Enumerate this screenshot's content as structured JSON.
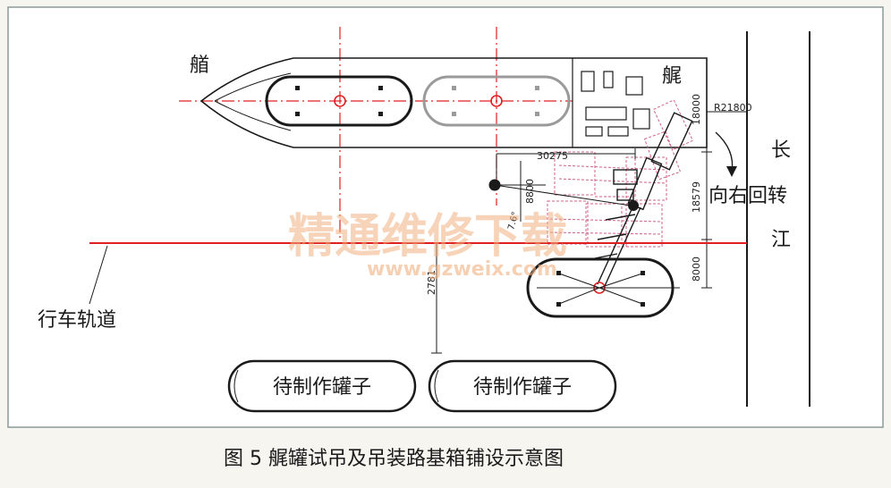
{
  "labels": {
    "bow": "艏",
    "stern": "艉",
    "river_top": "长",
    "river_bottom": "江",
    "rotate": "向右回转",
    "track": "行车轨道",
    "tank_1": "待制作罐子",
    "tank_2": "待制作罐子",
    "caption": "图 5   艉罐试吊及吊装路基箱铺设示意图"
  },
  "dimensions": {
    "d_30275": "30275",
    "d_8800": "8800",
    "d_18579": "18579",
    "d_18000": "18000",
    "d_8000": "8000",
    "d_2781": "2781",
    "radius": "R21800",
    "angle": "7.6°"
  },
  "watermark": {
    "main": "精通维修下载",
    "url": "www.gzweix.com"
  },
  "colors": {
    "outline": "#1a1a1a",
    "center_line": "#e02020",
    "track": "#e02020",
    "mat": "#d0608a",
    "watermark": "#f0b080",
    "frame": "#8a9a9a"
  }
}
